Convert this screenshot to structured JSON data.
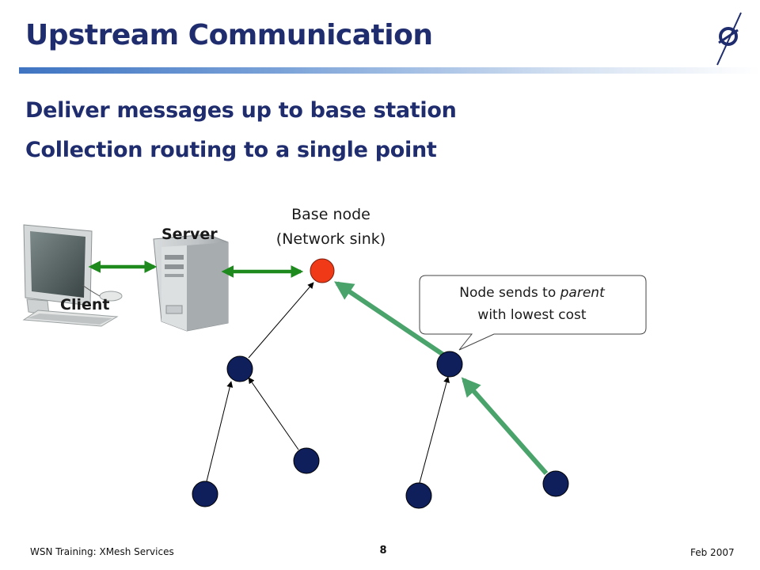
{
  "slide": {
    "title": "Upstream Communication",
    "bullets": [
      "Deliver messages up to base station",
      "Collection routing to a single point"
    ]
  },
  "diagram": {
    "base_label_line1": "Base node",
    "base_label_line2": "(Network sink)",
    "server_label": "Server",
    "client_label": "Client",
    "callout": {
      "line1_prefix": "Node sends to ",
      "line1_emphasis": "parent",
      "line2": "with lowest cost"
    },
    "colors": {
      "base_node": "#f03a17",
      "node": "#0f1f5c",
      "highlight_path": "#4aa36b",
      "connection": "#1e8a1e"
    }
  },
  "footer": {
    "left": "WSN Training: XMesh Services",
    "page": "8",
    "right": "Feb 2007"
  }
}
